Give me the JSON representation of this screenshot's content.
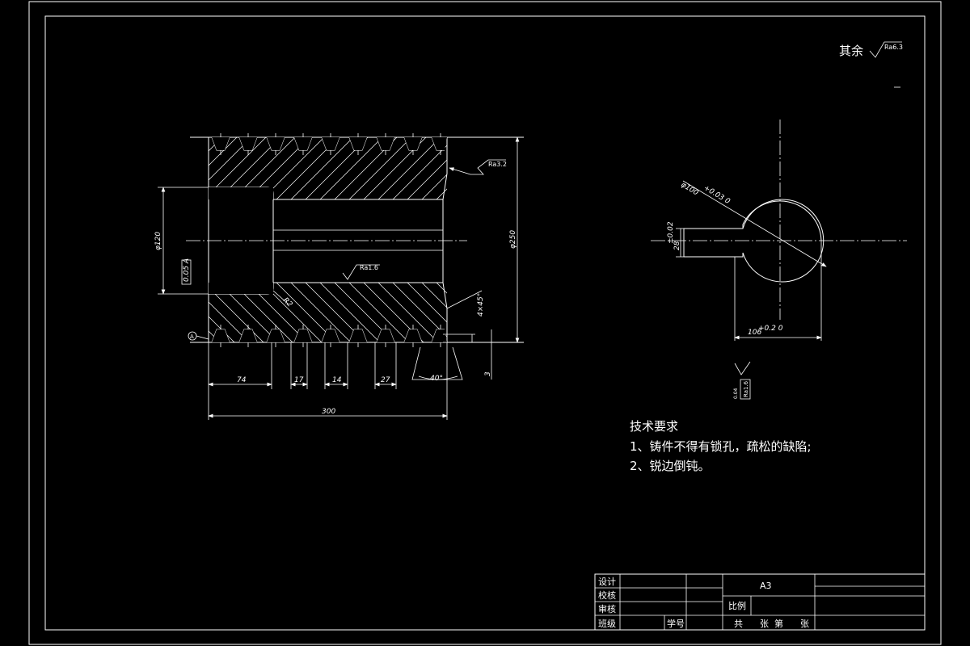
{
  "surface_note": {
    "label": "其余",
    "roughness": "Ra6.3"
  },
  "roughness_marks": {
    "outer": "Ra3.2",
    "bore": "Ra1.6",
    "keyway": "Ra1.6"
  },
  "left_view": {
    "dims": {
      "d120": "φ120",
      "d250": "φ250",
      "d74": "74",
      "d17": "17",
      "d14": "14",
      "d27": "27",
      "d300": "300",
      "chamfer": "4×45°",
      "r2": "R2",
      "angle": "40°",
      "depth": "3"
    },
    "datum": "A",
    "geom_tol": "0.05 A"
  },
  "right_view": {
    "dims": {
      "bore": "φ100",
      "bore_tol": "+0.03 0",
      "keyway_w": "28",
      "keyway_tol": "±0.02",
      "keyway_d": "106",
      "keyway_d_tol": "+0.2 0"
    },
    "geom_tol": "0.04"
  },
  "tech_req": {
    "title": "技术要求",
    "item1": "1、铸件不得有锁孔，疏松的缺陷;",
    "item2": "2、锐边倒钝。"
  },
  "title_block": {
    "design": "设计",
    "check": "校核",
    "review": "审核",
    "class": "班级",
    "student_no": "学号",
    "size": "A3",
    "scale": "比例",
    "sheets": "共      张  第      张"
  }
}
